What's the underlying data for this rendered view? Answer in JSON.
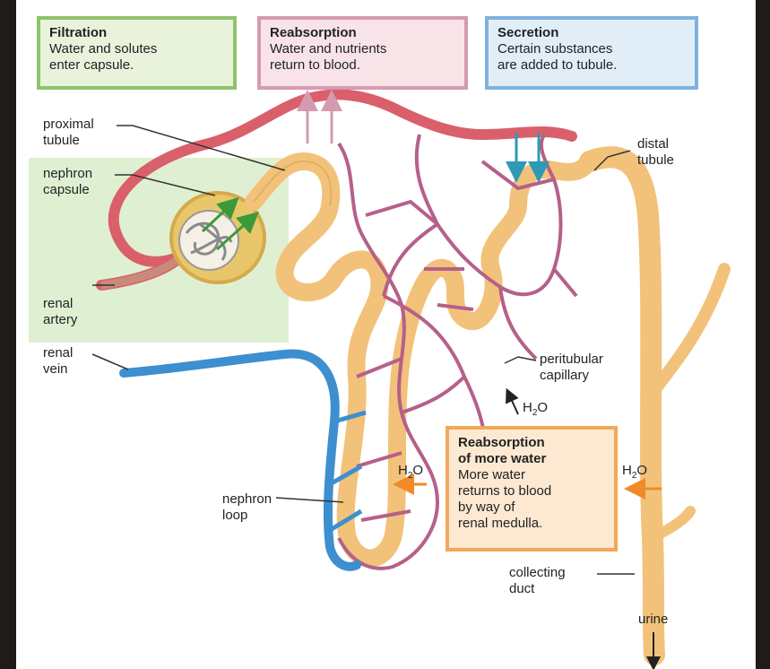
{
  "boxes": {
    "filtration": {
      "title": "Filtration",
      "body": "Water and solutes\nenter capsule."
    },
    "reabsorption": {
      "title": "Reabsorption",
      "body": "Water and nutrients\nreturn to blood."
    },
    "secretion": {
      "title": "Secretion",
      "body": "Certain substances\nare added to tubule."
    },
    "more_water": {
      "title": "Reabsorption\nof more water",
      "body": "More water\nreturns to blood\nby way of\nrenal medulla."
    }
  },
  "labels": {
    "proximal_tubule": "proximal\ntubule",
    "nephron_capsule": "nephron\ncapsule",
    "renal_artery": "renal\nartery",
    "renal_vein": "renal\nvein",
    "nephron_loop": "nephron\nloop",
    "distal_tubule": "distal\ntubule",
    "peritubular_capillary": "peritubular\ncapillary",
    "collecting_duct": "collecting\nduct",
    "urine": "urine"
  },
  "water": {
    "h": "H",
    "sub": "2",
    "o": "O"
  },
  "colors": {
    "filtration_border": "#8fc26a",
    "reabsorption_border": "#d59ab0",
    "secretion_border": "#7fb2dc",
    "more_water_border": "#f0a85a",
    "tubule": "#f2c27a",
    "artery": "#d9606b",
    "vein": "#3d8fcf",
    "capillary": "#b5608a"
  }
}
